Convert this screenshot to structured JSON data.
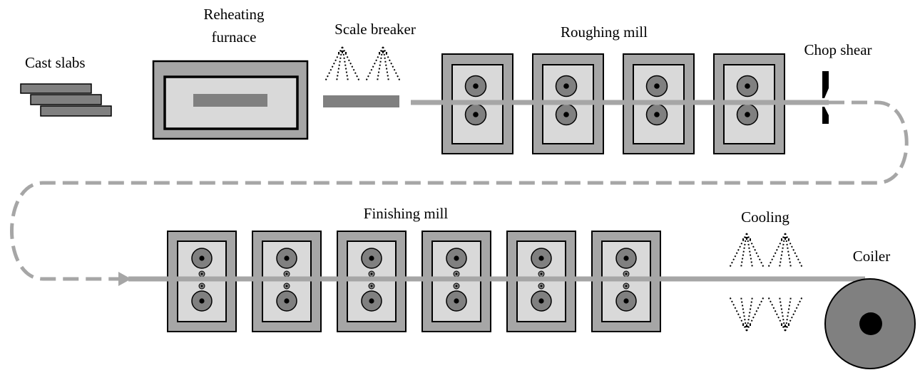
{
  "labels": {
    "cast_slabs": "Cast slabs",
    "reheating_furnace_line1": "Reheating",
    "reheating_furnace_line2": "furnace",
    "scale_breaker": "Scale breaker",
    "roughing_mill": "Roughing mill",
    "chop_shear": "Chop shear",
    "finishing_mill": "Finishing mill",
    "cooling": "Cooling",
    "coiler": "Coiler"
  },
  "counts": {
    "cast_slabs": 3,
    "roughing_stands": 4,
    "finishing_stands": 6,
    "scale_sprays": 2,
    "cooling_sprays": 2
  },
  "colors": {
    "stand_frame": "#a6a6a6",
    "stand_window": "#d9d9d9",
    "roll": "#808080",
    "strip": "#a6a6a6",
    "coiler": "#808080",
    "outline": "#000000"
  }
}
